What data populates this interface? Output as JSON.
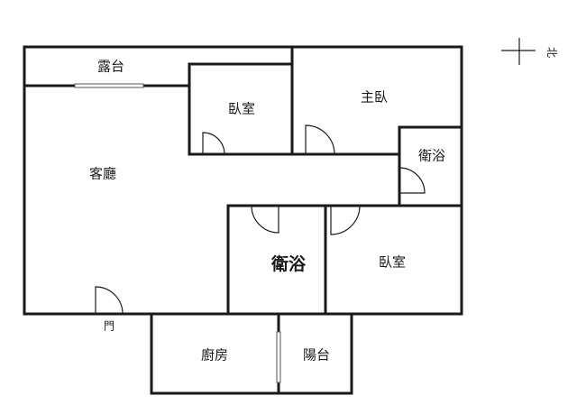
{
  "rooms": {
    "terrace": "露台",
    "living_room": "客廳",
    "bedroom_1": "臥室",
    "master_bedroom": "主臥",
    "bathroom_small": "衛浴",
    "bathroom_main": "衛浴",
    "bedroom_2": "臥室",
    "kitchen": "廚房",
    "balcony": "陽台"
  },
  "labels": {
    "entrance": "門",
    "north": "北"
  }
}
